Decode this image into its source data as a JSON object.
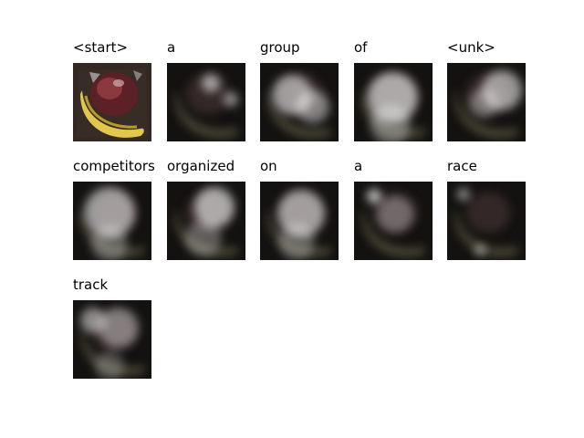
{
  "title": "",
  "tokens": [
    {
      "word": "<start>",
      "kind": "original"
    },
    {
      "word": "a",
      "kind": "attention"
    },
    {
      "word": "group",
      "kind": "attention"
    },
    {
      "word": "of",
      "kind": "attention"
    },
    {
      "word": "<unk>",
      "kind": "attention"
    },
    {
      "word": "competitors",
      "kind": "attention"
    },
    {
      "word": "organized",
      "kind": "attention"
    },
    {
      "word": "on",
      "kind": "attention"
    },
    {
      "word": "a",
      "kind": "attention"
    },
    {
      "word": "race",
      "kind": "attention"
    },
    {
      "word": "track",
      "kind": "attention"
    }
  ]
}
